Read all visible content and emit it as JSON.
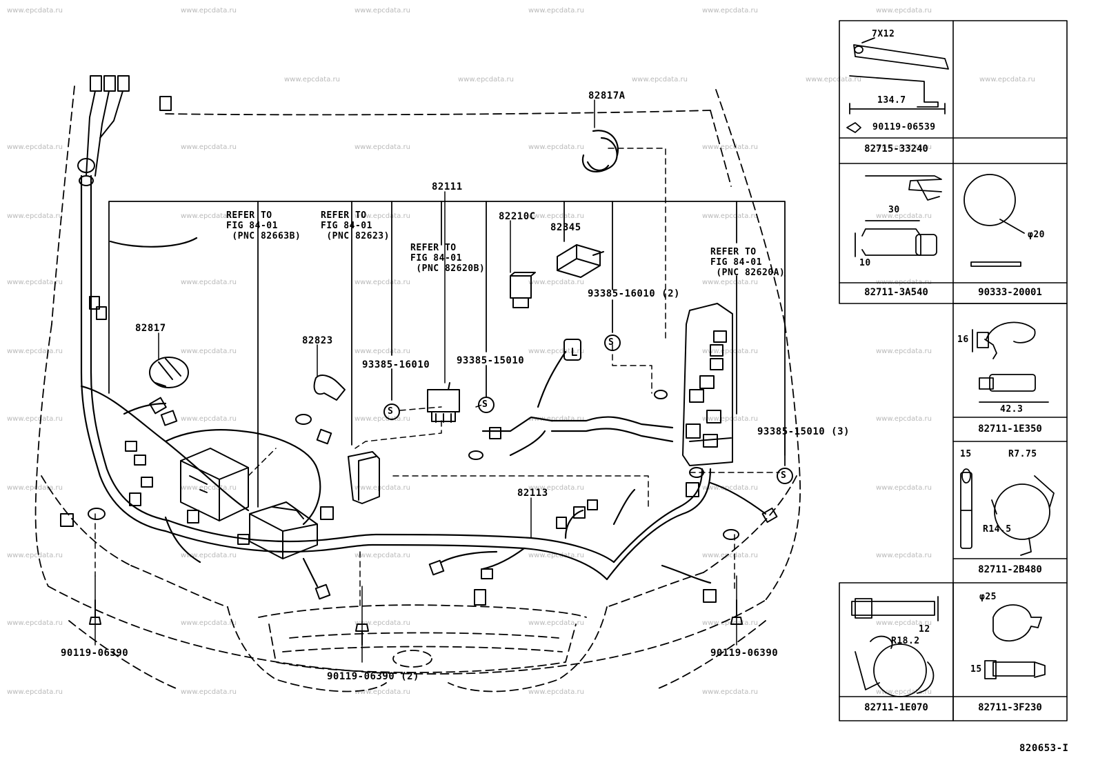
{
  "watermark": "www.epcdata.ru",
  "diagram_id": "820653-I",
  "callouts": {
    "c_82817A": "82817A",
    "c_82111": "82111",
    "c_82210C": "82210C",
    "c_82345": "82345",
    "c_82817": "82817",
    "c_82823": "82823",
    "c_93385_16010": "93385-16010",
    "c_93385_15010": "93385-15010",
    "c_93385_16010_2": "93385-16010 (2)",
    "c_93385_15010_3": "93385-15010 (3)",
    "c_82113": "82113",
    "c_90119_left": "90119-06390",
    "c_90119_mid": "90119-06390 (2)",
    "c_90119_right": "90119-06390"
  },
  "refers": {
    "r1": "REFER TO\nFIG 84-01\n (PNC 82663B)",
    "r2": "REFER TO\nFIG 84-01\n (PNC 82623)",
    "r3": "REFER TO\nFIG 84-01\n (PNC 82620B)",
    "r4": "REFER TO\nFIG 84-01\n (PNC 82620A)"
  },
  "parts_table": {
    "p1_name": "82715-33240",
    "p1_dim_a": "7X12",
    "p1_dim_b": "134.7",
    "p1_bolt": "90119-06539",
    "p2_name": "82711-3A540",
    "p2_dim_a": "30",
    "p2_dim_b": "10",
    "p3_name": "90333-20001",
    "p3_dim": "φ20",
    "p4_name": "82711-1E350",
    "p4_dim_a": "16",
    "p4_dim_b": "42.3",
    "p5_name": "82711-2B480",
    "p5_dim_a": "15",
    "p5_dim_b": "R7.75",
    "p5_dim_c": "R14.5",
    "p6_name": "82711-1E070",
    "p6_dim_a": "12",
    "p6_dim_b": "R18.2",
    "p7_name": "82711-3F230",
    "p7_dim_a": "φ25",
    "p7_dim_b": "15"
  }
}
